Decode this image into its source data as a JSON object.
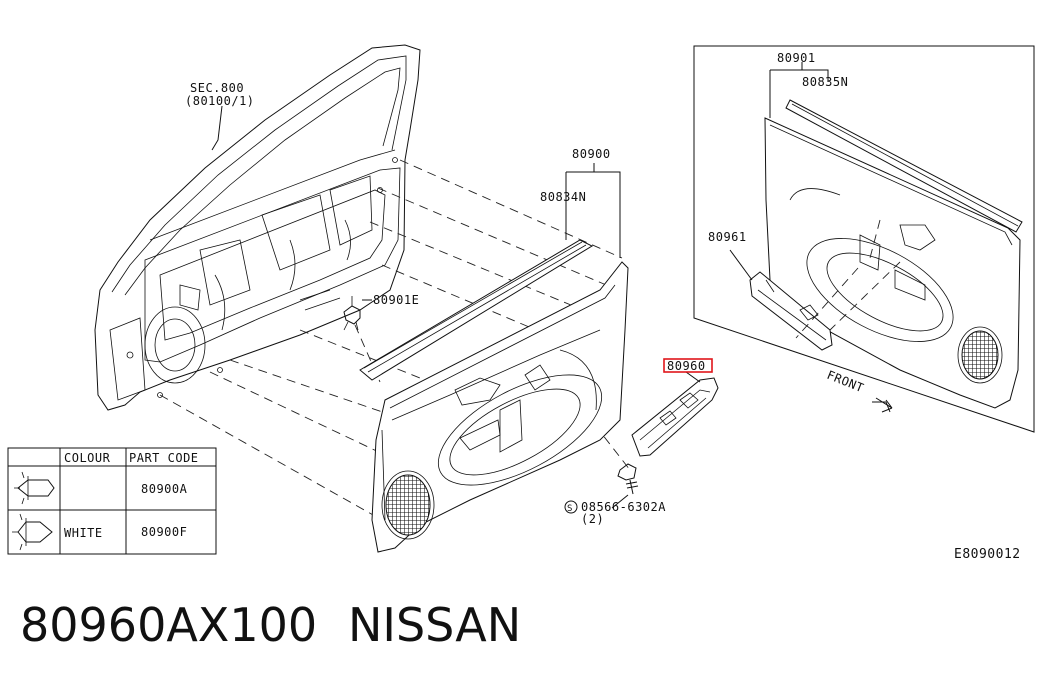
{
  "labels": {
    "sec800": "SEC.800",
    "sec800_sub": "(80100/1)",
    "p80900": "80900",
    "p80834n": "80834N",
    "p80901e": "80901E",
    "p80960": "80960",
    "p80961": "80961",
    "p80901": "80901",
    "p80835n": "80835N",
    "front": "FRONT",
    "screw": "08566-6302A",
    "screw_qty": "(2)",
    "screw_symbol": "S",
    "diagram_id": "E8090012"
  },
  "table": {
    "headers": [
      "COLOUR",
      "PART CODE"
    ],
    "rows": [
      {
        "colour": "",
        "code": "80900A"
      },
      {
        "colour": "WHITE",
        "code": "80900F"
      }
    ]
  },
  "highlight_color": "#e0161b",
  "footer": {
    "part_number": "80960AX100",
    "brand": "NISSAN"
  }
}
